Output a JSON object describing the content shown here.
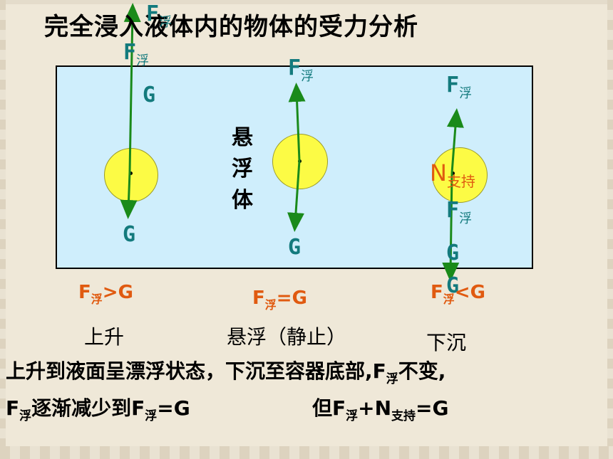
{
  "title": "完全浸入液体内的物体的受力分析",
  "labels": {
    "F": "F",
    "fu": "浮",
    "G": "G",
    "N": "N",
    "zhichi": "支持"
  },
  "center_label": "悬浮体",
  "conditions": {
    "left_rel": ">G",
    "middle_rel": "=G",
    "right_rel": "<G"
  },
  "motions": {
    "left": "上升",
    "middle": "悬浮（静止）",
    "right": "下沉"
  },
  "bottom_text": {
    "line1_a": "上升到液面呈漂浮状态，",
    "line1_b": "下沉至容器底部,F",
    "line1_c": "不变,",
    "line2_a_tail": "逐渐减少到F",
    "line2_a_end": "=G",
    "line2_b_start": "但F",
    "line2_b_mid": "+N",
    "line2_b_end": "=G"
  },
  "colors": {
    "water": "#cfeefc",
    "ball": "#fcfb45",
    "arrow": "#1a8a1a",
    "force_text": "#137a7d",
    "condition_text": "#e05a10"
  }
}
